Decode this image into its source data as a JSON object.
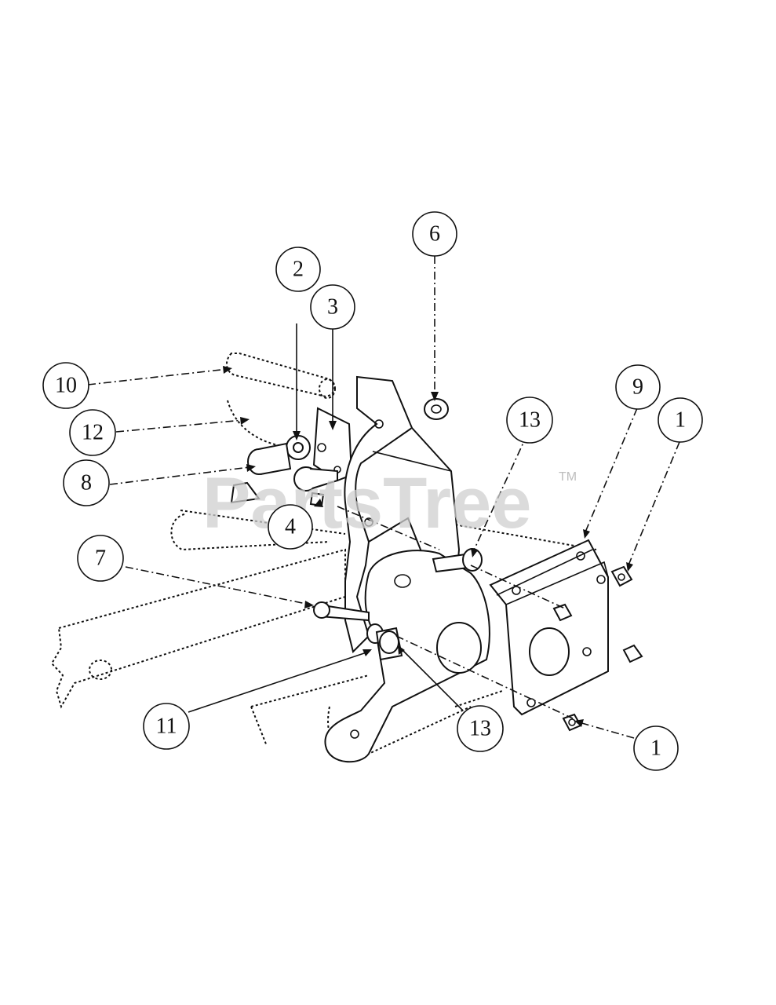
{
  "watermark": {
    "text": "PartsTree",
    "trademark": "TM"
  },
  "callouts": [
    {
      "id": "c6",
      "label": "6"
    },
    {
      "id": "c2",
      "label": "2"
    },
    {
      "id": "c3",
      "label": "3"
    },
    {
      "id": "c10",
      "label": "10"
    },
    {
      "id": "c12",
      "label": "12"
    },
    {
      "id": "c8",
      "label": "8"
    },
    {
      "id": "c4",
      "label": "4"
    },
    {
      "id": "c13a",
      "label": "13"
    },
    {
      "id": "c9",
      "label": "9"
    },
    {
      "id": "c1a",
      "label": "1"
    },
    {
      "id": "c7",
      "label": "7"
    },
    {
      "id": "c11",
      "label": "11"
    },
    {
      "id": "c13b",
      "label": "13"
    },
    {
      "id": "c1b",
      "label": "1"
    }
  ]
}
